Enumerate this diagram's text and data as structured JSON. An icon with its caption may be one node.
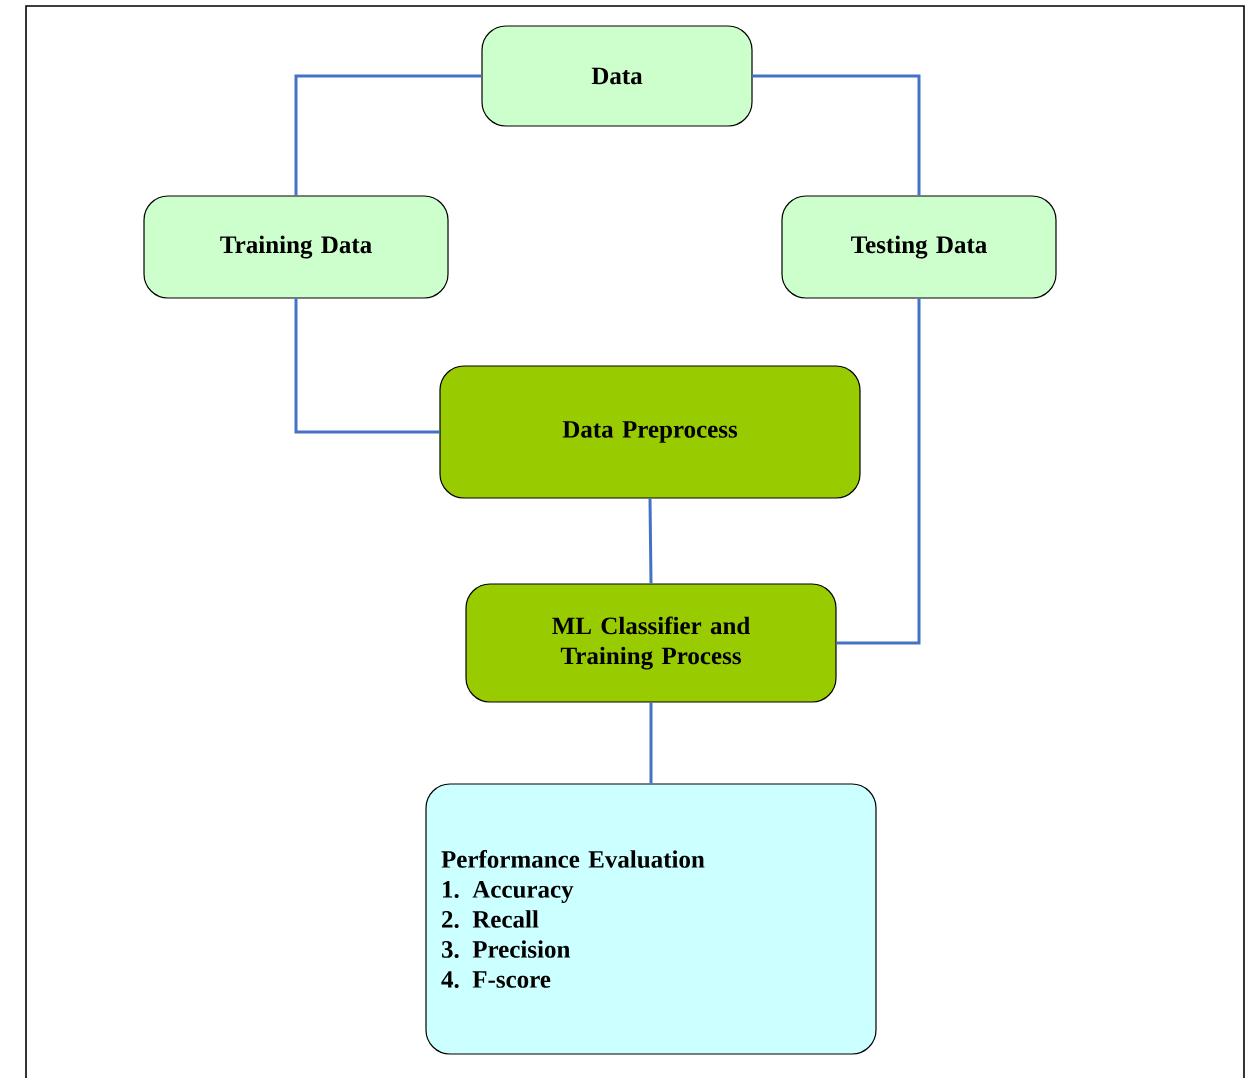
{
  "diagram": {
    "nodes": [
      {
        "text": [
          "Data"
        ]
      },
      {
        "text": [
          "Training Data"
        ]
      },
      {
        "text": [
          "Testing Data"
        ]
      },
      {
        "text": [
          "Data Preprocess"
        ]
      },
      {
        "text": [
          "ML Classifier and Training Process"
        ]
      },
      {
        "text": [
          "Performance Evaluation",
          "1. Accuracy",
          "2. Recall",
          "3. Precision",
          "4. F-score"
        ]
      }
    ],
    "edges": [
      {
        "from": 0,
        "to": 1,
        "arrow": "none"
      },
      {
        "from": 0,
        "to": 2,
        "arrow": "none"
      },
      {
        "from": 1,
        "to": 3,
        "arrow": "none"
      },
      {
        "from": 3,
        "to": 4,
        "arrow": "none"
      },
      {
        "from": 2,
        "to": 4,
        "arrow": "none"
      },
      {
        "from": 4,
        "to": 5,
        "arrow": "none"
      }
    ]
  }
}
